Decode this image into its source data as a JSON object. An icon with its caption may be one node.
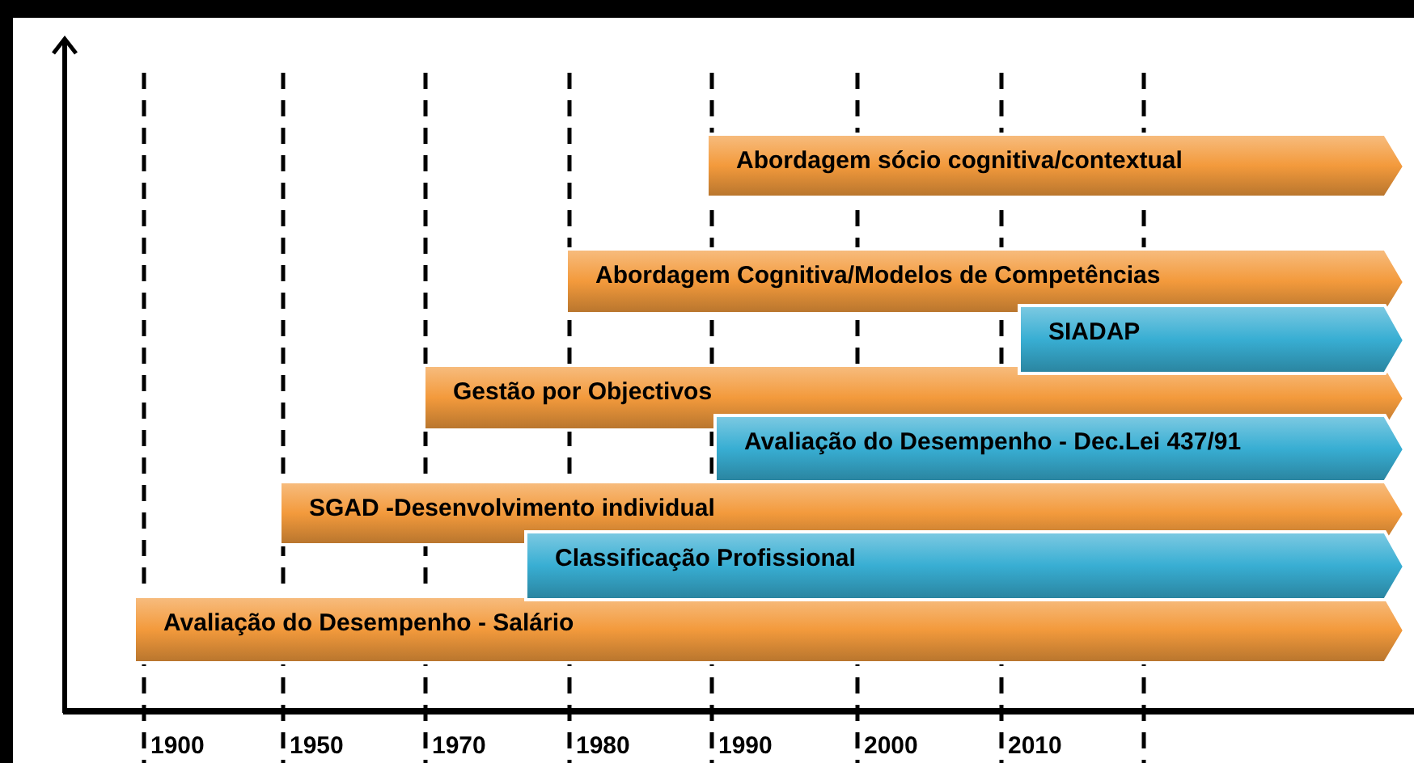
{
  "diagram": {
    "nodes": [
      {
        "text": [
          "Abordagem sócio cognitiva/contextual"
        ]
      },
      {
        "text": [
          "Abordagem Cognitiva/Modelos de Competências"
        ]
      },
      {
        "text": [
          "SIADAP"
        ]
      },
      {
        "text": [
          "Gestão por Objectivos"
        ]
      },
      {
        "text": [
          "Avaliação do Desempenho - Dec.Lei 437/91"
        ]
      },
      {
        "text": [
          "SGAD -Desenvolvimento individual"
        ]
      },
      {
        "text": [
          "Classificação Profissional"
        ]
      },
      {
        "text": [
          "Avaliação do Desempenho - Salário"
        ]
      }
    ],
    "labels": [
      "1900",
      "1950",
      "1970",
      "1980",
      "1990",
      "2000",
      "2010"
    ]
  }
}
